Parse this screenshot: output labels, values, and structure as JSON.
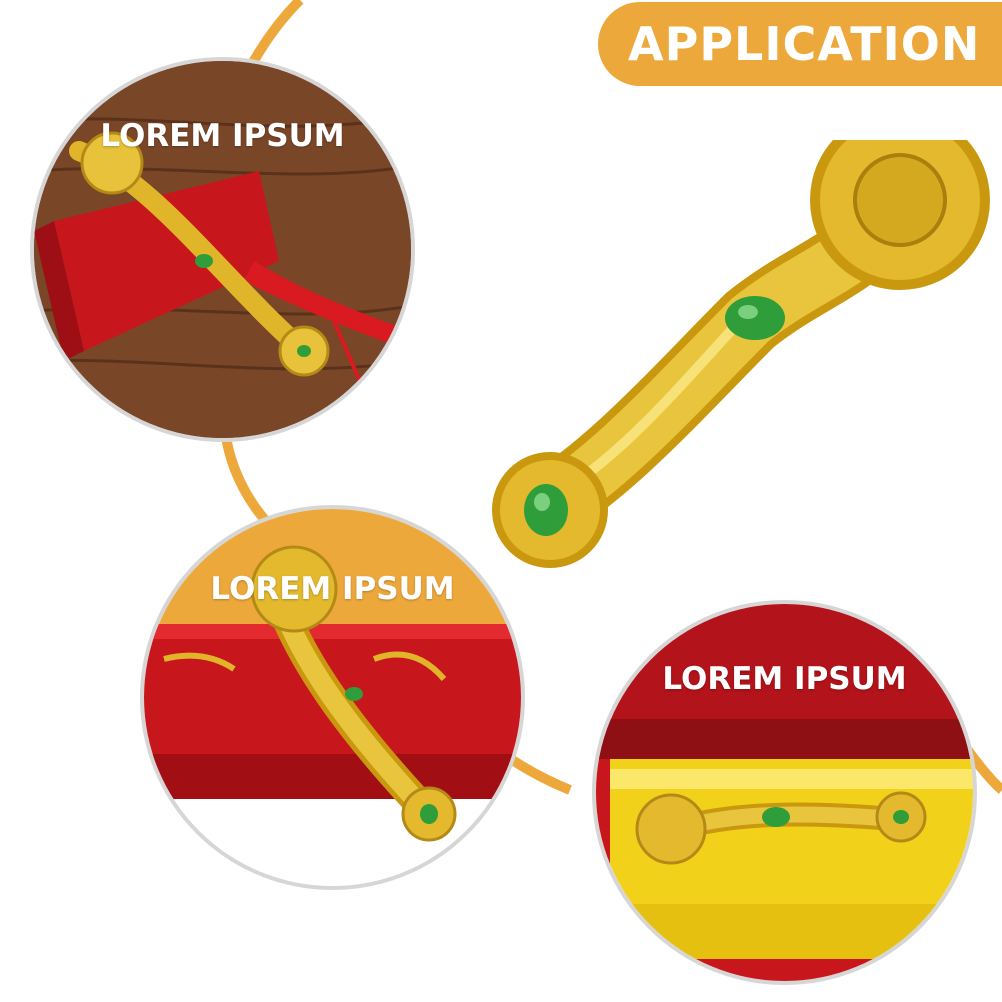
{
  "banner": {
    "label": "APPLICATION"
  },
  "photos": [
    {
      "caption": "LOREM IPSUM"
    },
    {
      "caption": "LOREM IPSUM"
    },
    {
      "caption": "LOREM IPSUM"
    }
  ],
  "colors": {
    "accent": "#eda83b",
    "red_box": "#c8161d",
    "gold": "#d9a81f",
    "jade": "#2e9d3a",
    "wood": "#6b3d22"
  }
}
